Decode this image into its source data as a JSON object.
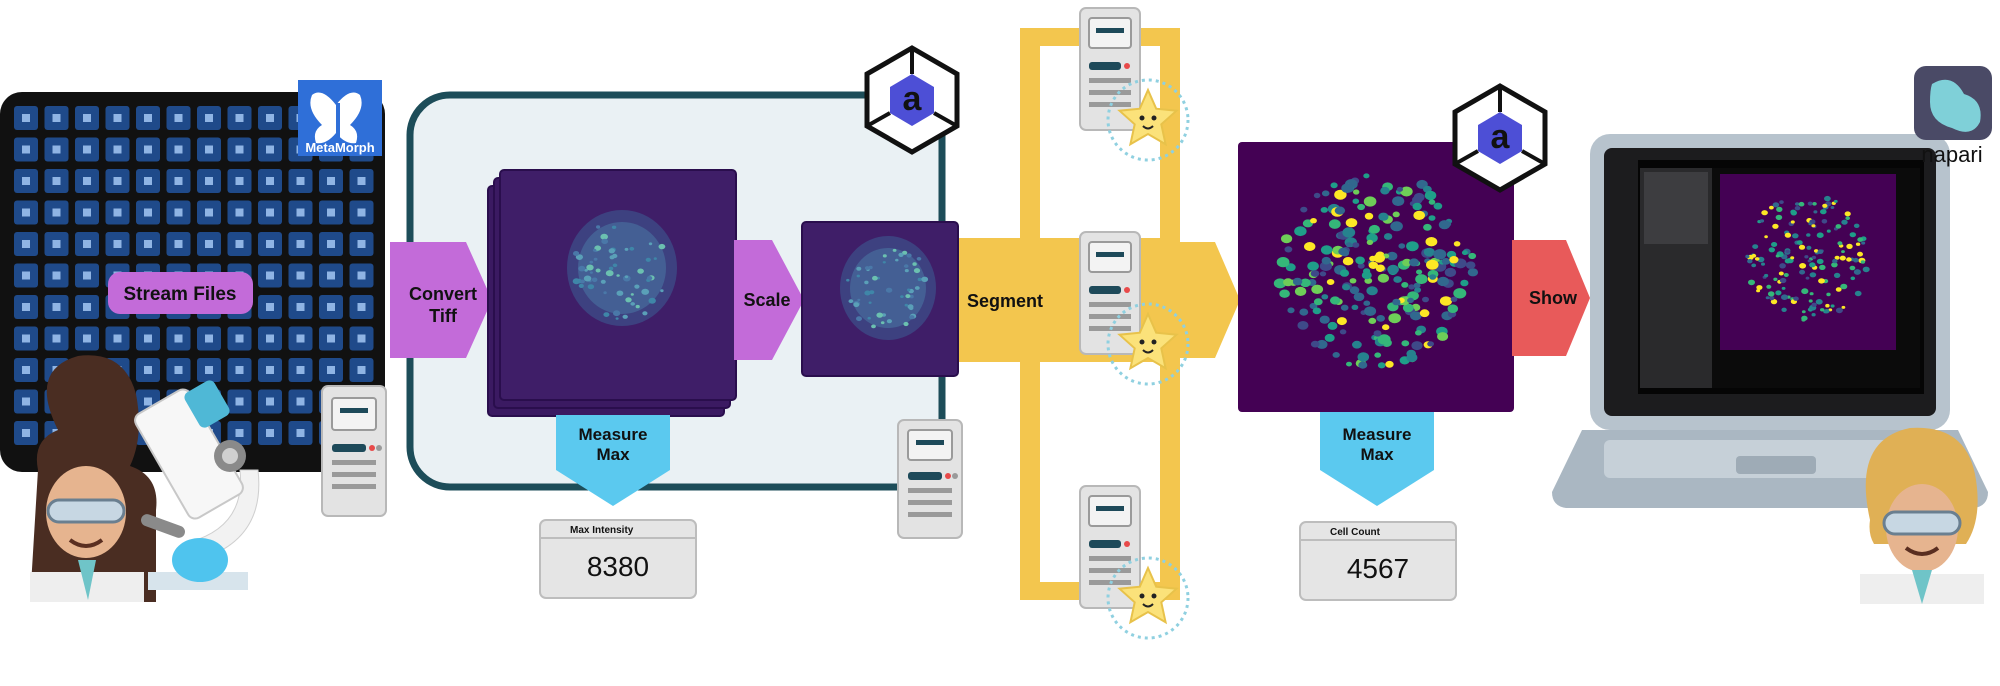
{
  "pipeline": {
    "stream_label": "Stream Files",
    "convert_label_line1": "Convert",
    "convert_label_line2": "Tiff",
    "scale_label": "Scale",
    "segment_label": "Segment",
    "show_label": "Show",
    "measure1_line1": "Measure",
    "measure1_line2": "Max",
    "measure2_line1": "Measure",
    "measure2_line2": "Max"
  },
  "readouts": {
    "max_intensity_title": "Max Intensity",
    "max_intensity_value": "8380",
    "cell_count_title": "Cell Count",
    "cell_count_value": "4567"
  },
  "logos": {
    "metamorph_text": "MetaMorph",
    "agave_glyph": "a",
    "napari_text": "napari"
  },
  "icons": [
    "microscope-plate-icon",
    "metamorph-logo",
    "agave-logo",
    "server-icon",
    "star-mascot-icon",
    "napari-logo",
    "laptop-icon",
    "scientist-icon"
  ],
  "colors": {
    "convert_arrow": "#c36bd9",
    "segment_band": "#f3c64e",
    "show_arrow": "#e85a5a",
    "measure_arrow": "#5bc9ef",
    "image_bg": "#3c1b63"
  }
}
